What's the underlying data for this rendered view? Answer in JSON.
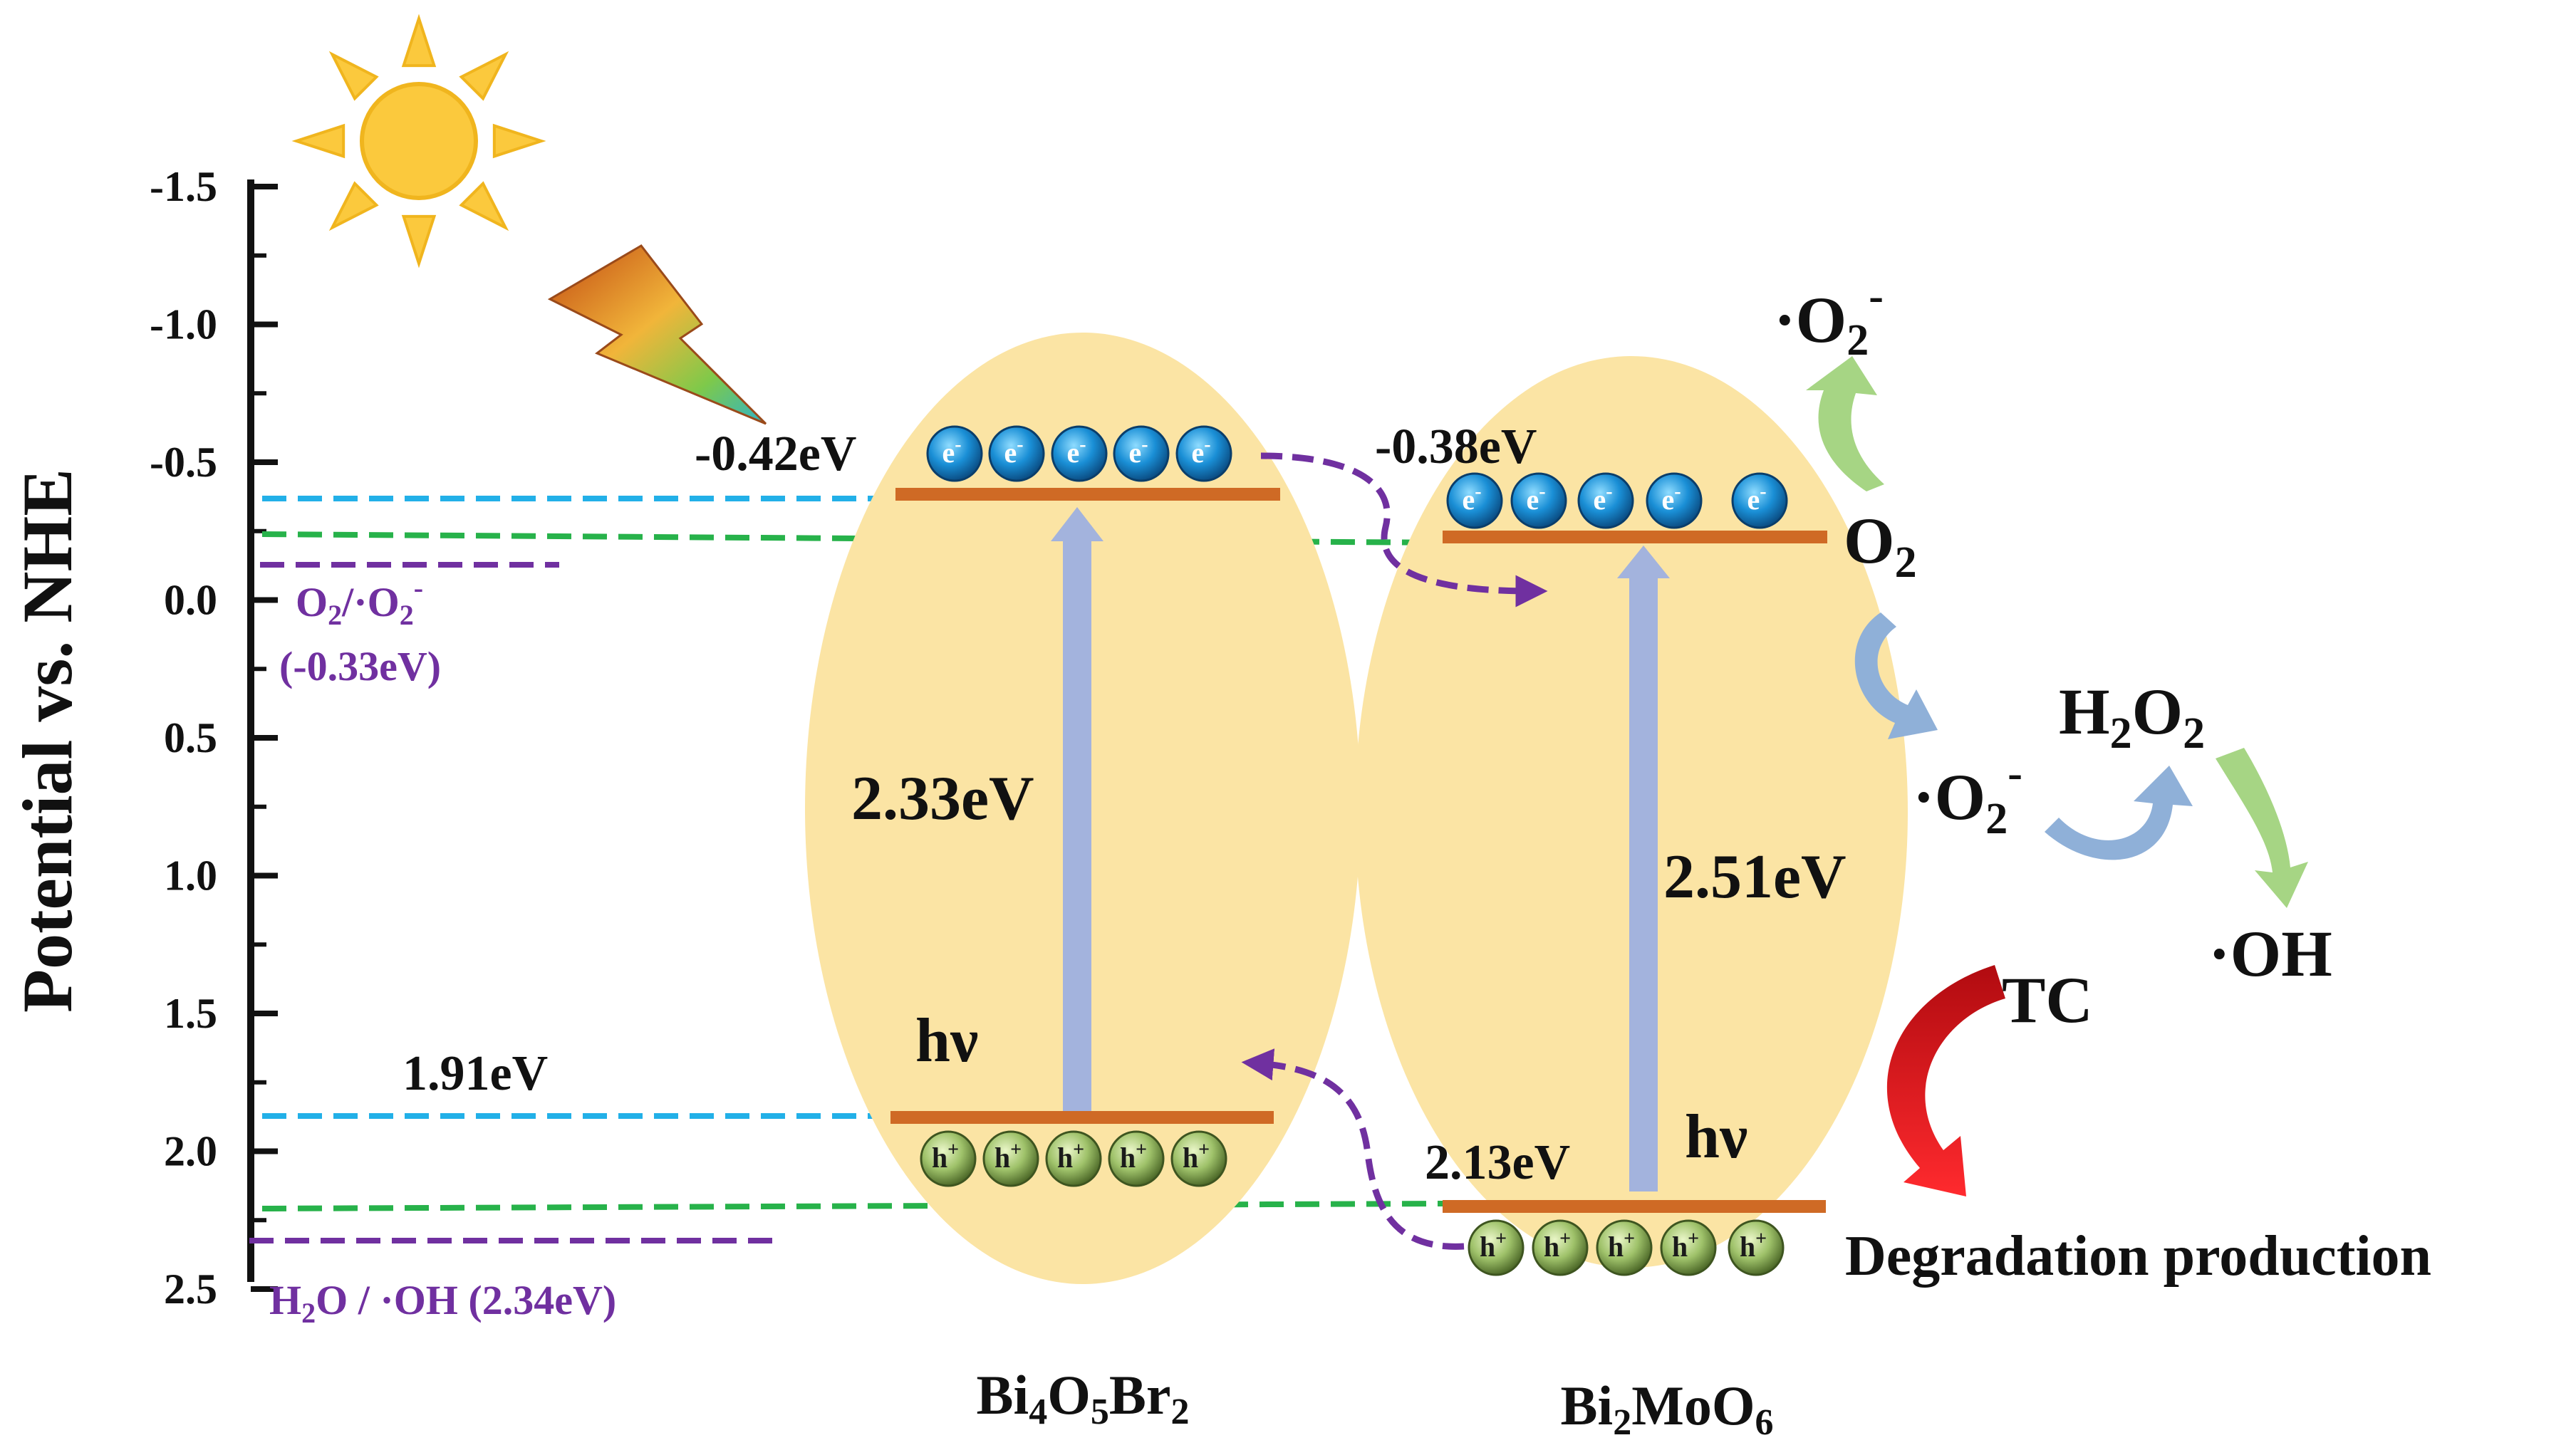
{
  "axis": {
    "label": "Potential vs. NHE",
    "ticks": [
      "-1.5",
      "-1.0",
      "-0.5",
      "0.0",
      "0.5",
      "1.0",
      "1.5",
      "2.0",
      "2.5"
    ]
  },
  "materials": {
    "left": {
      "name": {
        "a": "Bi",
        "s1": "4",
        "b": "O",
        "s2": "5",
        "c": "Br",
        "s3": "2"
      },
      "cb": "-0.42eV",
      "vb": "1.91eV",
      "gap": "2.33eV",
      "hv": "hν"
    },
    "right": {
      "name": {
        "a": "Bi",
        "s1": "2",
        "b": "MoO",
        "s2": "6"
      },
      "cb": "-0.38eV",
      "vb": "2.13eV",
      "gap": "2.51eV",
      "hv": "hν"
    }
  },
  "carriers": {
    "electron": "e",
    "electron_sign": "-",
    "hole": "h",
    "hole_sign": "+"
  },
  "reference_levels": {
    "o2": {
      "a": "O",
      "sub": "2",
      "b": "/·O",
      "sub2": "2",
      "sup": "-",
      "value": "(-0.33eV)"
    },
    "h2o": {
      "text": "H",
      "sub": "2",
      "rest": "O / ·OH  (2.34eV)"
    }
  },
  "species": {
    "superoxide_top": {
      "a": "·O",
      "sub": "2",
      "sup": "-"
    },
    "oxygen": {
      "a": "O",
      "sub": "2"
    },
    "superoxide_mid": {
      "a": "·O",
      "sub": "2",
      "sup": "-"
    },
    "peroxide": {
      "a": "H",
      "s1": "2",
      "b": "O",
      "s2": "2"
    },
    "hydroxyl": "·OH",
    "tc": "TC",
    "degradation": "Degradation production"
  },
  "colors": {
    "ellipse": "#fbe4a4",
    "band": "#cf6a25",
    "gap_arrow": "#a3b3dd",
    "cyan_dash": "#22b0e8",
    "green_dash": "#27b24a",
    "purple": "#7030a0",
    "sun": "#fbc93d",
    "red_arrow": "#e60d12",
    "green_arrow": "#a6d584",
    "blue_arrow": "#8fb0d8"
  }
}
